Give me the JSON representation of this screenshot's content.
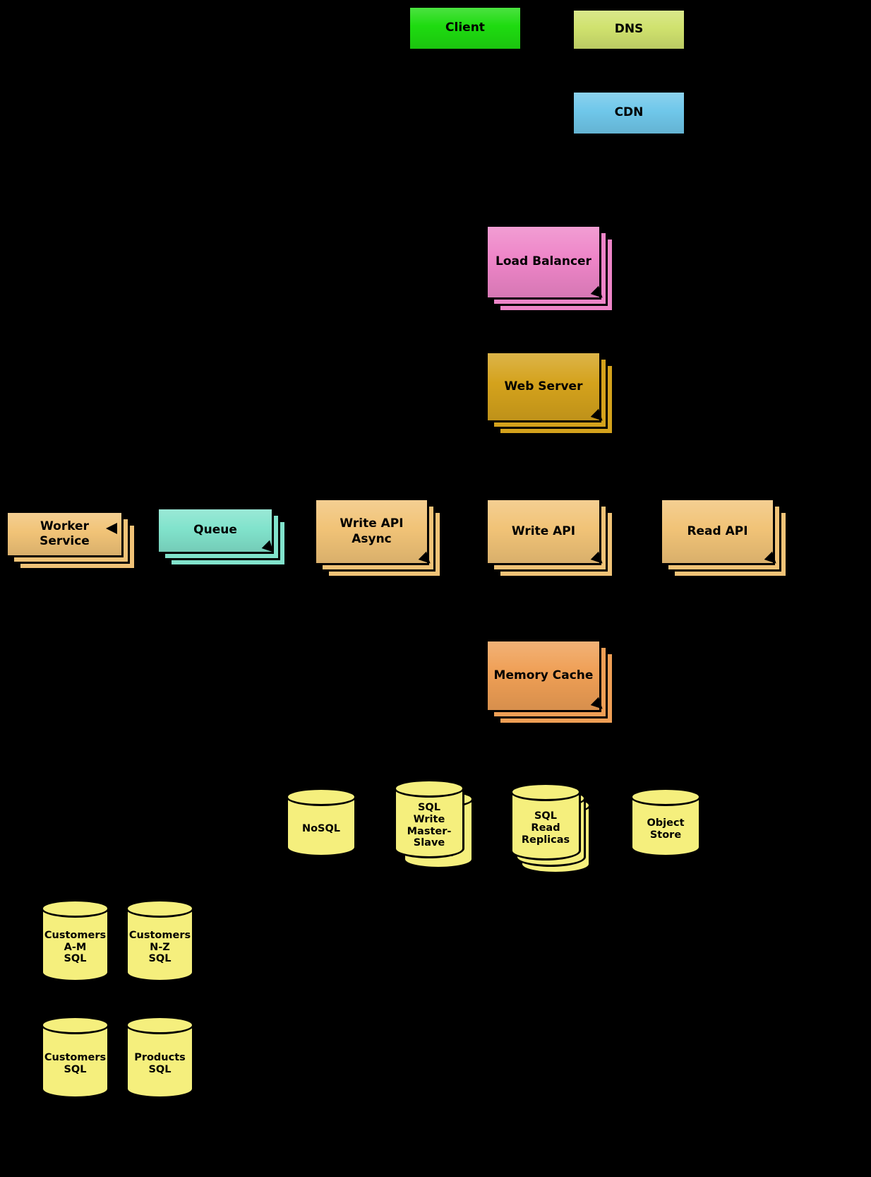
{
  "palette": {
    "background": "#000000",
    "border": "#000000",
    "text": "#000000",
    "client": "#1edb10",
    "dns": "#d0e26e",
    "cdn": "#6fc7ea",
    "load_balancer": "#ee85c8",
    "web_server": "#d4a21c",
    "api": "#f1c377",
    "queue": "#81e3cc",
    "memory_cache": "#ef9f55",
    "database": "#f5ef7d"
  },
  "nodes": {
    "client": {
      "label": "Client"
    },
    "dns": {
      "label": "DNS"
    },
    "cdn": {
      "label": "CDN"
    },
    "load_balancer": {
      "label": "Load Balancer"
    },
    "web_server": {
      "label": "Web Server"
    },
    "worker_service": {
      "label": "Worker\nService"
    },
    "queue": {
      "label": "Queue"
    },
    "write_api_async": {
      "label": "Write API\nAsync"
    },
    "write_api": {
      "label": "Write API"
    },
    "read_api": {
      "label": "Read API"
    },
    "memory_cache": {
      "label": "Memory Cache"
    },
    "nosql": {
      "label": "NoSQL"
    },
    "sql_write_master_slave": {
      "label": "SQL\nWrite\nMaster-\nSlave"
    },
    "sql_read_replicas": {
      "label": "SQL\nRead\nReplicas"
    },
    "object_store": {
      "label": "Object\nStore"
    },
    "customers_am_sql": {
      "label": "Customers\nA-M\nSQL"
    },
    "customers_nz_sql": {
      "label": "Customers\nN-Z\nSQL"
    },
    "customers_sql": {
      "label": "Customers\nSQL"
    },
    "products_sql": {
      "label": "Products\nSQL"
    }
  },
  "icons": {
    "arrowhead": "black-triangle"
  }
}
